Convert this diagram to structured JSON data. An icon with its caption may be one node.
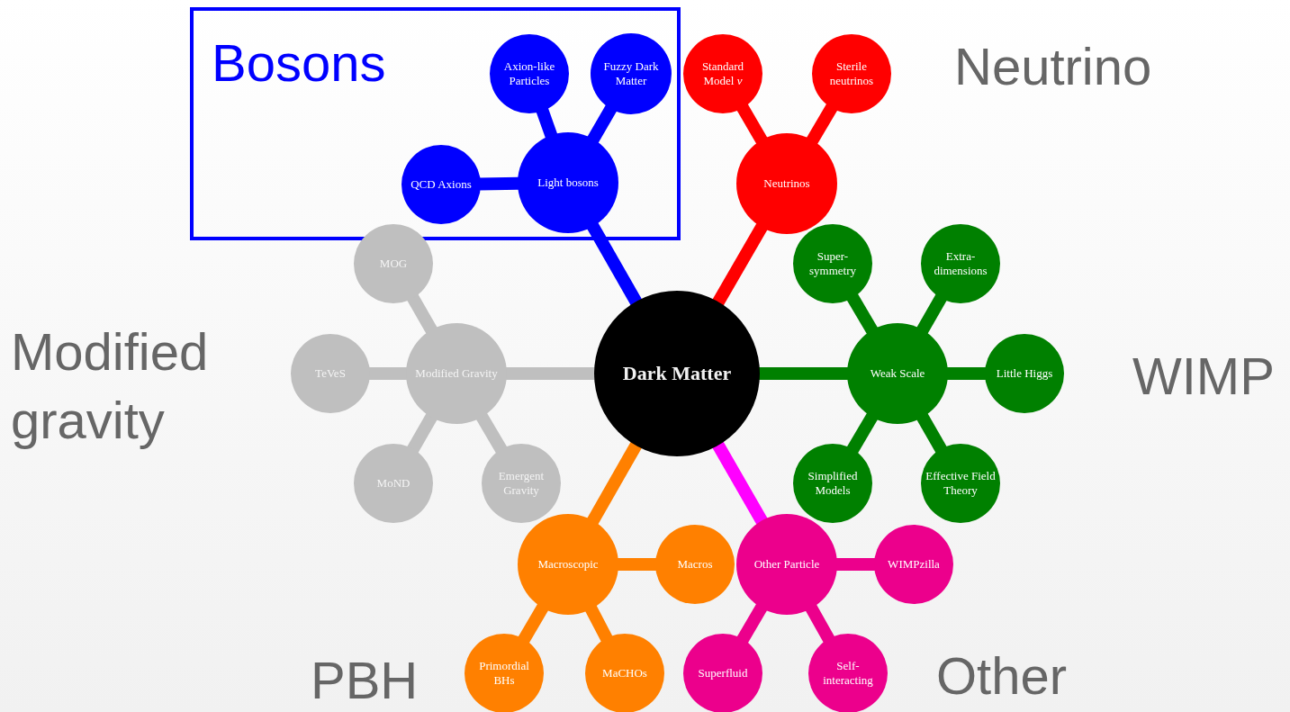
{
  "diagram": {
    "nodes": [
      {
        "text": [
          "Bosons"
        ]
      },
      {
        "text": [
          "Axion-like Particles"
        ],
        "in": 0
      },
      {
        "text": [
          "Fuzzy Dark Matter"
        ],
        "in": 0
      },
      {
        "text": [
          "QCD Axions"
        ],
        "in": 0
      },
      {
        "text": [
          "Light bosons"
        ],
        "in": 0
      },
      {
        "text": [
          "Standard Model *ν*"
        ]
      },
      {
        "text": [
          "Sterile neutrinos"
        ]
      },
      {
        "text": [
          "Neutrinos"
        ]
      },
      {
        "text": [
          "MOG"
        ]
      },
      {
        "text": [
          "Super-symmetry"
        ]
      },
      {
        "text": [
          "Extra-dimensions"
        ]
      },
      {
        "text": [
          "TeVeS"
        ]
      },
      {
        "text": [
          "Modified Gravity"
        ]
      },
      {
        "text": [
          "Dark Matter"
        ]
      },
      {
        "text": [
          "Weak Scale"
        ]
      },
      {
        "text": [
          "Little Higgs"
        ]
      },
      {
        "text": [
          "MoND"
        ]
      },
      {
        "text": [
          "Emergent Gravity"
        ]
      },
      {
        "text": [
          "Simplified Models"
        ]
      },
      {
        "text": [
          "Effective Field Theory"
        ]
      },
      {
        "text": [
          "Macroscopic"
        ]
      },
      {
        "text": [
          "Macros"
        ]
      },
      {
        "text": [
          "Other Particle"
        ]
      },
      {
        "text": [
          "WIMPzilla"
        ]
      },
      {
        "text": [
          "Primordial BHs"
        ]
      },
      {
        "text": [
          "MaCHOs"
        ]
      },
      {
        "text": [
          "Superfluid"
        ]
      },
      {
        "text": [
          "Self-interacting"
        ]
      }
    ],
    "edges": [
      {
        "from": 13,
        "to": 4,
        "arrow": "none",
        "color": "#0000ff"
      },
      {
        "from": 4,
        "to": 1,
        "arrow": "none",
        "color": "#0000ff"
      },
      {
        "from": 4,
        "to": 2,
        "arrow": "none",
        "color": "#0000ff"
      },
      {
        "from": 4,
        "to": 3,
        "arrow": "none",
        "color": "#0000ff"
      },
      {
        "from": 13,
        "to": 7,
        "arrow": "none",
        "color": "#ff0000"
      },
      {
        "from": 7,
        "to": 5,
        "arrow": "none",
        "color": "#ff0000"
      },
      {
        "from": 7,
        "to": 6,
        "arrow": "none",
        "color": "#ff0000"
      },
      {
        "from": 13,
        "to": 12,
        "arrow": "none",
        "color": "#bfbfbf"
      },
      {
        "from": 12,
        "to": 8,
        "arrow": "none",
        "color": "#bfbfbf"
      },
      {
        "from": 12,
        "to": 11,
        "arrow": "none",
        "color": "#bfbfbf"
      },
      {
        "from": 12,
        "to": 16,
        "arrow": "none",
        "color": "#bfbfbf"
      },
      {
        "from": 12,
        "to": 17,
        "arrow": "none",
        "color": "#bfbfbf"
      },
      {
        "from": 13,
        "to": 14,
        "arrow": "none",
        "color": "#008000"
      },
      {
        "from": 14,
        "to": 9,
        "arrow": "none",
        "color": "#008000"
      },
      {
        "from": 14,
        "to": 10,
        "arrow": "none",
        "color": "#008000"
      },
      {
        "from": 14,
        "to": 15,
        "arrow": "none",
        "color": "#008000"
      },
      {
        "from": 14,
        "to": 18,
        "arrow": "none",
        "color": "#008000"
      },
      {
        "from": 14,
        "to": 19,
        "arrow": "none",
        "color": "#008000"
      },
      {
        "from": 13,
        "to": 20,
        "arrow": "none",
        "color": "#ff8000"
      },
      {
        "from": 20,
        "to": 21,
        "arrow": "none",
        "color": "#ff8000"
      },
      {
        "from": 20,
        "to": 24,
        "arrow": "none",
        "color": "#ff8000"
      },
      {
        "from": 20,
        "to": 25,
        "arrow": "none",
        "color": "#ff8000"
      },
      {
        "from": 13,
        "to": 22,
        "arrow": "none",
        "color": "#ff00ff"
      },
      {
        "from": 22,
        "to": 23,
        "arrow": "none",
        "color": "#ec008c"
      },
      {
        "from": 22,
        "to": 26,
        "arrow": "none",
        "color": "#ec008c"
      },
      {
        "from": 22,
        "to": 27,
        "arrow": "none",
        "color": "#ec008c"
      }
    ],
    "labels": [
      "Neutrino",
      "Modified gravity",
      "WIMP",
      "PBH",
      "Other"
    ]
  }
}
